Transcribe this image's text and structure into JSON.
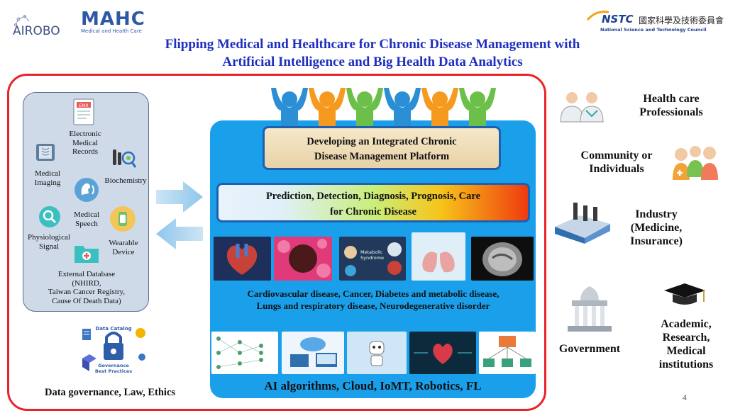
{
  "logos": {
    "left": "AIROBO",
    "mahc": "MAHC",
    "mahc_sub": "Medical and Health Care",
    "nstc": "NSTC",
    "nstc_cn": "國家科學及技術委員會",
    "nstc_en": "National Science and Technology Council"
  },
  "title": {
    "line1": "Flipping Medical and Healthcare for Chronic Disease Management with",
    "line2": "Artificial Intelligence and Big Health Data Analytics"
  },
  "sources": {
    "ehr": [
      "Electronic",
      "Medical",
      "Records"
    ],
    "imaging": [
      "Medical",
      "Imaging"
    ],
    "biochemistry": "Biochemistry",
    "speech": [
      "Medical",
      "Speech"
    ],
    "physio": [
      "Physiological",
      "Signal"
    ],
    "wearable": [
      "Wearable",
      "Device"
    ],
    "external": [
      "External Database",
      "(NHIRD,",
      "Taiwan Cancer Registry,",
      "Cause Of Death Data)"
    ]
  },
  "platform": {
    "line1": "Developing an Integrated Chronic",
    "line2": "Disease Management Platform"
  },
  "prediction": {
    "line1": "Prediction, Detection, Diagnosis, Prognosis, Care",
    "line2": "for Chronic Disease"
  },
  "diseases": {
    "line1": "Cardiovascular disease, Cancer, Diabetes and metabolic disease,",
    "line2": "Lungs and respiratory disease, Neurodegenerative disorder"
  },
  "tile_text": {
    "metabolic": [
      "Metabolic",
      "Syndrome"
    ]
  },
  "governance_logo": {
    "top": "Data Catalog",
    "bottom1": "Governance",
    "bottom2": "Best Practices"
  },
  "ai_label": "AI algorithms, Cloud, IoMT, Robotics, FL",
  "governance_label": "Data governance, Law, Ethics",
  "stakeholders": {
    "hcp": [
      "Health care",
      "Professionals"
    ],
    "community": [
      "Community  or",
      "Individuals"
    ],
    "industry": [
      "Industry",
      "(Medicine,",
      "Insurance)"
    ],
    "government": "Government",
    "academic": [
      "Academic,",
      "Research,",
      "Medical",
      "institutions"
    ]
  },
  "page_number": "4",
  "colors": {
    "title": "#1e2fbf",
    "frame": "#e8242a",
    "panel": "#1aa0ea",
    "people": [
      "#2b8fd6",
      "#f59a1f",
      "#6cc04a",
      "#2b8fd6",
      "#f59a1f",
      "#6cc04a"
    ]
  }
}
